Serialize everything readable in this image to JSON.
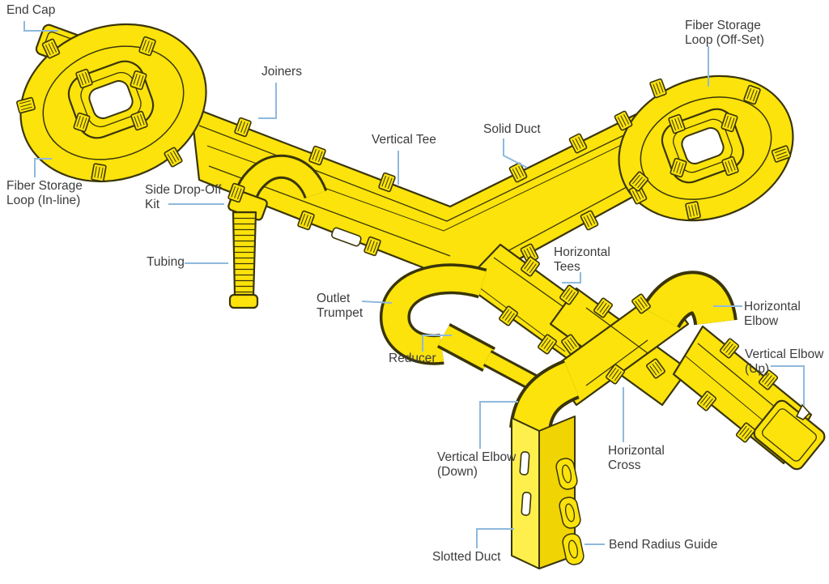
{
  "colors": {
    "yellow": "#FBE30B",
    "yellow_light": "#FFEF4D",
    "yellow_shade": "#F0D404",
    "outline": "#3A3508",
    "leader": "#8FB9DC",
    "text": "#3C3C3E",
    "bg": "#FFFFFF"
  },
  "labels": [
    {
      "id": "end-cap",
      "text": "End Cap"
    },
    {
      "id": "joiners",
      "text": "Joiners"
    },
    {
      "id": "vertical-tee",
      "text": "Vertical Tee"
    },
    {
      "id": "solid-duct",
      "text": "Solid Duct"
    },
    {
      "id": "fiber-storage-loop-offset",
      "text": "Fiber Storage\nLoop (Off-Set)"
    },
    {
      "id": "fiber-storage-loop-inline",
      "text": "Fiber Storage\nLoop (In-line)"
    },
    {
      "id": "side-drop-off-kit",
      "text": "Side Drop-Off\nKit"
    },
    {
      "id": "tubing",
      "text": "Tubing"
    },
    {
      "id": "outlet-trumpet",
      "text": "Outlet\nTrumpet"
    },
    {
      "id": "reducer",
      "text": "Reducer"
    },
    {
      "id": "horizontal-tees",
      "text": "Horizontal\nTees"
    },
    {
      "id": "horizontal-elbow",
      "text": "Horizontal Elbow"
    },
    {
      "id": "vertical-elbow-up",
      "text": "Vertical Elbow\n(Up)"
    },
    {
      "id": "vertical-elbow-down",
      "text": "Vertical Elbow\n(Down)"
    },
    {
      "id": "horizontal-cross",
      "text": "Horizontal\nCross"
    },
    {
      "id": "slotted-duct",
      "text": "Slotted Duct"
    },
    {
      "id": "bend-radius-guide",
      "text": "Bend Radius Guide"
    }
  ]
}
